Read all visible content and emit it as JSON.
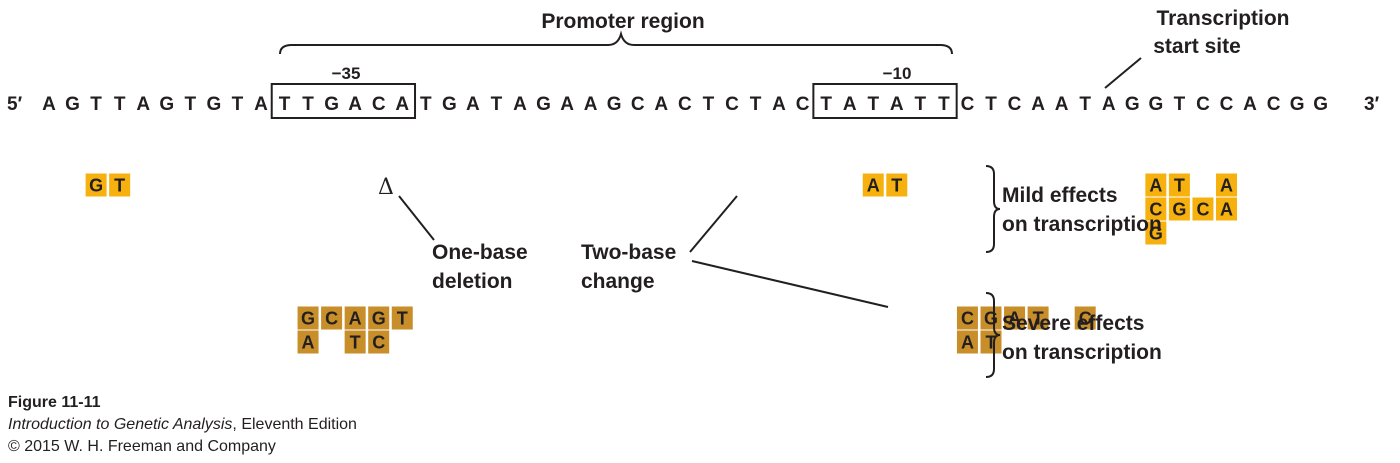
{
  "labels": {
    "promoter_region": "Promoter region",
    "minus35": "−35",
    "minus10": "−10",
    "tss_line1": "Transcription",
    "tss_line2": "start site",
    "five_prime": "5′",
    "three_prime": "3′",
    "delta": "Δ",
    "one_base_line1": "One-base",
    "one_base_line2": "deletion",
    "two_base_line1": "Two-base",
    "two_base_line2": "change",
    "mild_line1": "Mild effects",
    "mild_line2": "on transcription",
    "severe_line1": "Severe effects",
    "severe_line2": "on transcription"
  },
  "sequence": [
    "A",
    "G",
    "T",
    "T",
    "A",
    "G",
    "T",
    "G",
    "T",
    "A",
    "T",
    "T",
    "G",
    "A",
    "C",
    "A",
    "T",
    "G",
    "A",
    "T",
    "A",
    "G",
    "A",
    "A",
    "G",
    "C",
    "A",
    "C",
    "T",
    "C",
    "T",
    "A",
    "C",
    "T",
    "A",
    "T",
    "A",
    "T",
    "T",
    "C",
    "T",
    "C",
    "A",
    "A",
    "T",
    "A",
    "G",
    "G",
    "T",
    "C",
    "C",
    "A",
    "C",
    "G",
    "G"
  ],
  "boxes": [
    {
      "name": "box-minus35",
      "start": 10,
      "end": 15
    },
    {
      "name": "box-minus10",
      "start": 33,
      "end": 38
    }
  ],
  "mild_mutations": [
    {
      "pos": 2,
      "row": 0,
      "base": "G"
    },
    {
      "pos": 3,
      "row": 0,
      "base": "T"
    },
    {
      "pos": 35,
      "row": 0,
      "base": "A"
    },
    {
      "pos": 36,
      "row": 0,
      "base": "T"
    },
    {
      "pos": 47,
      "row": 0,
      "base": "A"
    },
    {
      "pos": 48,
      "row": 0,
      "base": "T"
    },
    {
      "pos": 50,
      "row": 0,
      "base": "A"
    },
    {
      "pos": 47,
      "row": 1,
      "base": "C"
    },
    {
      "pos": 48,
      "row": 1,
      "base": "G"
    },
    {
      "pos": 49,
      "row": 1,
      "base": "C"
    },
    {
      "pos": 50,
      "row": 1,
      "base": "A"
    },
    {
      "pos": 47,
      "row": 2,
      "base": "G"
    }
  ],
  "severe_mutations": [
    {
      "pos": 11,
      "row": 0,
      "base": "G"
    },
    {
      "pos": 12,
      "row": 0,
      "base": "C"
    },
    {
      "pos": 13,
      "row": 0,
      "base": "A"
    },
    {
      "pos": 14,
      "row": 0,
      "base": "G"
    },
    {
      "pos": 15,
      "row": 0,
      "base": "T"
    },
    {
      "pos": 11,
      "row": 1,
      "base": "A"
    },
    {
      "pos": 13,
      "row": 1,
      "base": "T"
    },
    {
      "pos": 14,
      "row": 1,
      "base": "C"
    },
    {
      "pos": 39,
      "row": 0,
      "base": "C"
    },
    {
      "pos": 40,
      "row": 0,
      "base": "G"
    },
    {
      "pos": 41,
      "row": 0,
      "base": "A"
    },
    {
      "pos": 42,
      "row": 0,
      "base": "T"
    },
    {
      "pos": 44,
      "row": 0,
      "base": "C"
    },
    {
      "pos": 39,
      "row": 1,
      "base": "A"
    },
    {
      "pos": 40,
      "row": 1,
      "base": "T"
    }
  ],
  "colors": {
    "mild": "#f7b10f",
    "severe": "#c78e2a",
    "text": "#231f20"
  },
  "caption": {
    "figure": "Figure 11-11",
    "book_title": "Introduction to Genetic Analysis",
    "edition": ", Eleventh Edition",
    "copyright": "© 2015 W. H. Freeman and Company"
  }
}
